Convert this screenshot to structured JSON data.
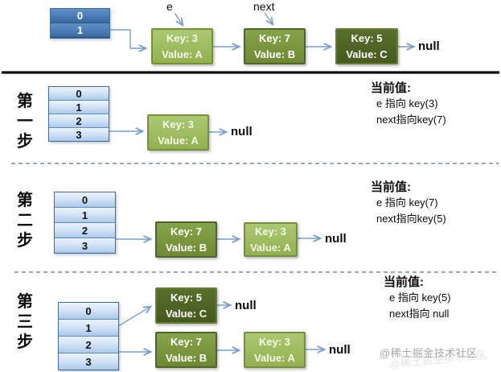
{
  "labels": {
    "e": "e",
    "next": "next",
    "null": "null"
  },
  "top": {
    "array": [
      "0",
      "1"
    ],
    "nodes": [
      {
        "key": "Key: 3",
        "value": "Value: A"
      },
      {
        "key": "Key: 7",
        "value": "Value: B"
      },
      {
        "key": "Key: 5",
        "value": "Value: C"
      }
    ]
  },
  "steps": [
    {
      "label": "第一步",
      "array": [
        "0",
        "1",
        "2",
        "3"
      ],
      "chain": [
        {
          "key": "Key: 3",
          "value": "Value: A"
        }
      ],
      "status": {
        "title": "当前值:",
        "line1": "e 指向 key(3)",
        "line2": "next指向key(7)"
      }
    },
    {
      "label": "第二步",
      "array": [
        "0",
        "1",
        "2",
        "3"
      ],
      "chain": [
        {
          "key": "Key: 7",
          "value": "Value: B"
        },
        {
          "key": "Key: 3",
          "value": "Value: A"
        }
      ],
      "status": {
        "title": "当前值:",
        "line1": "e 指向 key(7)",
        "line2": "next指向key(5)"
      }
    },
    {
      "label": "第三步",
      "array": [
        "0",
        "1",
        "2",
        "3"
      ],
      "chain_top": [
        {
          "key": "Key: 5",
          "value": "Value: C"
        }
      ],
      "chain_bottom": [
        {
          "key": "Key: 7",
          "value": "Value: B"
        },
        {
          "key": "Key: 3",
          "value": "Value: A"
        }
      ],
      "status": {
        "title": "当前值:",
        "line1": "e 指向 key(5)",
        "line2": "next指向 null"
      }
    }
  ],
  "watermark": "@稀土掘金技术社区",
  "colors": {
    "node_light": "#9bbb59",
    "node_medium": "#77933c",
    "node_dark": "#4f6228",
    "array_dark_fill": "#4f81bd",
    "array_light_fill": "#cfe2f5",
    "arrow": "#7b9fd0",
    "separator_solid": "#0d0d0d",
    "separator_dashed": "#7d8a97"
  }
}
